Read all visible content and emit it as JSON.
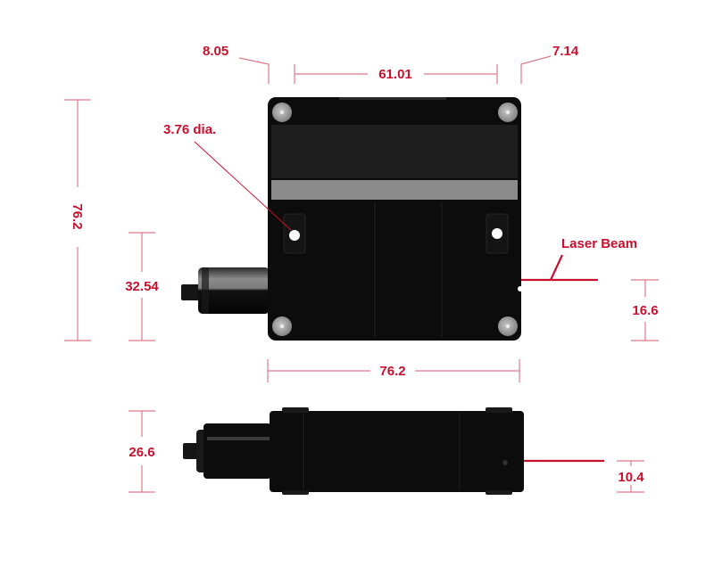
{
  "colors": {
    "dimension": "#c8102e",
    "dimension_line": "#e07a8a",
    "body": "#0c0c0c",
    "stripe": "#8a8a8a",
    "screw": "#9a9a9a"
  },
  "top_view": {
    "dims": {
      "left_offset": "8.05",
      "hole_spacing": "61.01",
      "right_offset": "7.14",
      "hole_diameter": "3.76 dia.",
      "height": "76.2",
      "connector_height": "32.54",
      "beam_height": "16.6",
      "width": "76.2"
    },
    "laser_label": "Laser Beam"
  },
  "side_view": {
    "dims": {
      "height": "26.6",
      "beam_height": "10.4"
    }
  }
}
